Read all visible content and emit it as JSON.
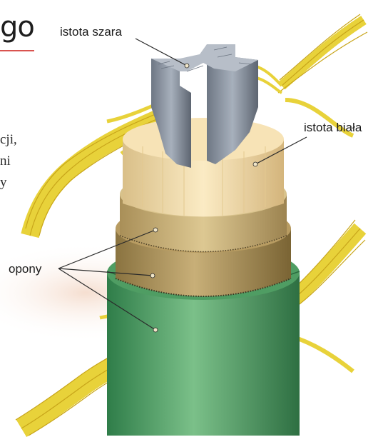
{
  "title_fragment": "go",
  "body_fragments": [
    "cji,",
    "ni",
    "y"
  ],
  "labels": {
    "gray_matter": "istota szara",
    "white_matter": "istota biała",
    "meninges": "opony"
  },
  "colors": {
    "gray_matter": "#8c96a4",
    "white_matter": "#f3deb0",
    "dura": "#b39a62",
    "pia": "#5fa978",
    "nerves": "#e8d23a",
    "accent_rule": "#d9534f"
  }
}
